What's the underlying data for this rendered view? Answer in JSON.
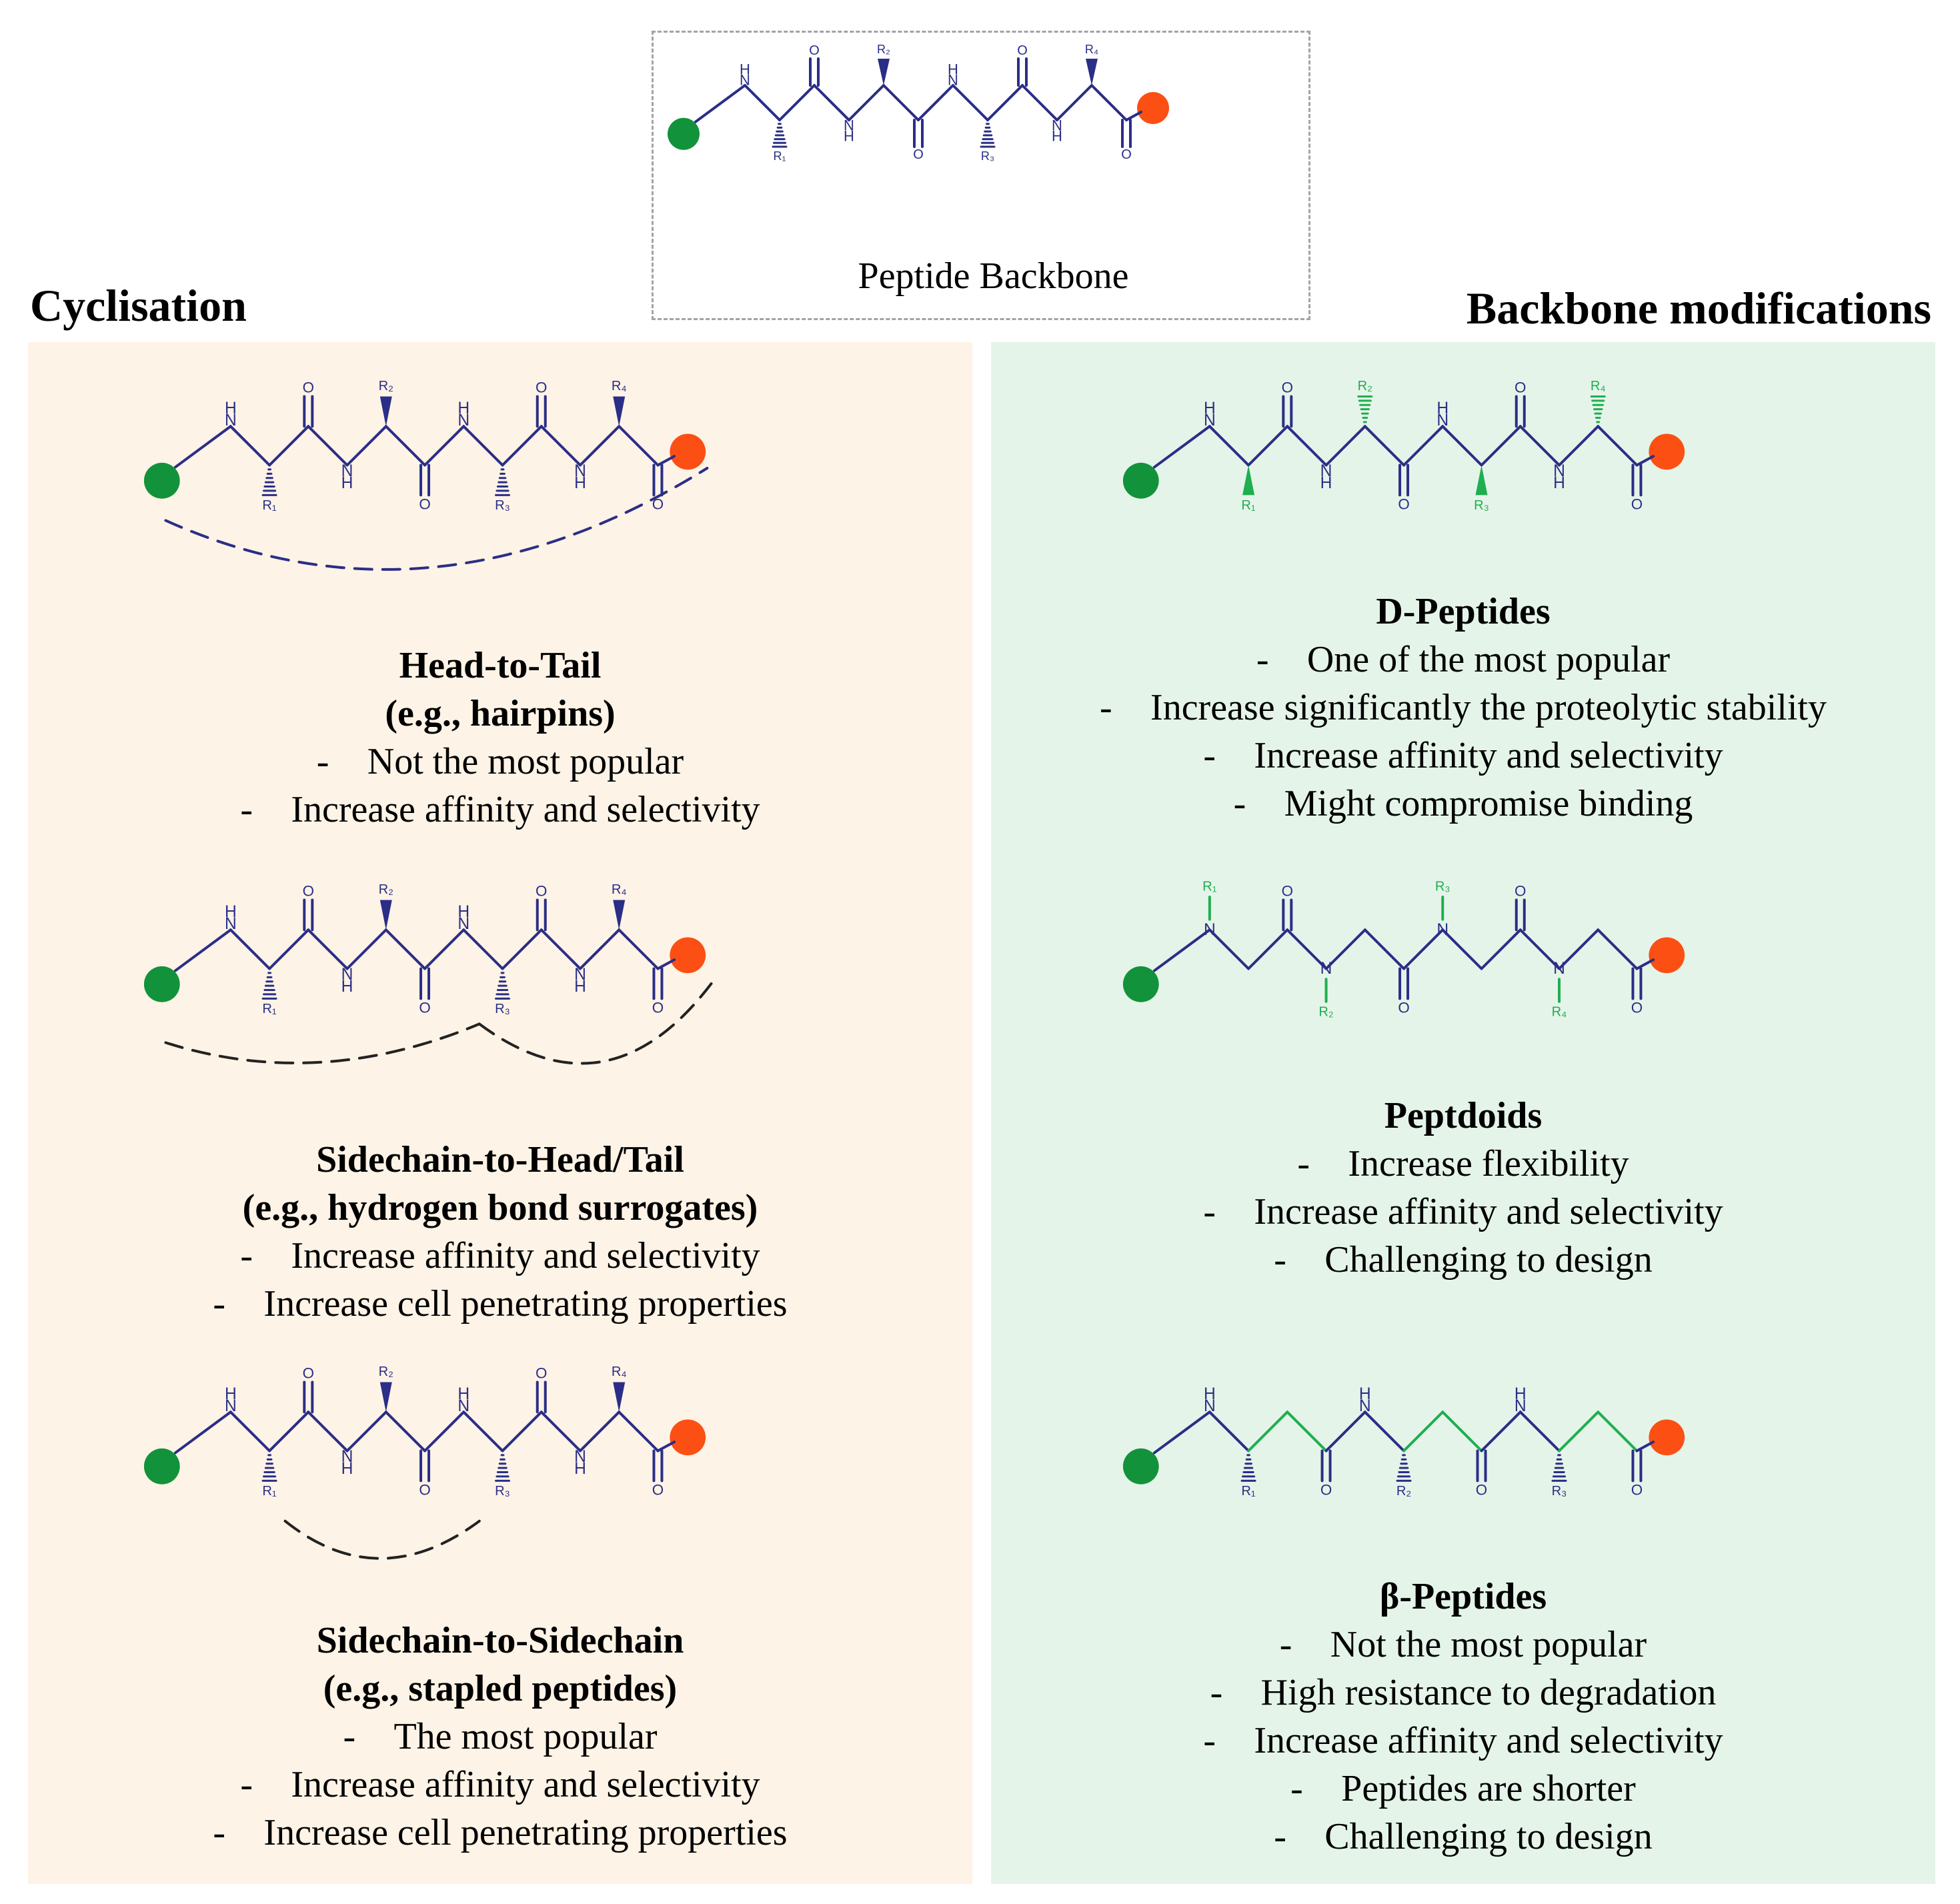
{
  "colors": {
    "backbone": "#2b2e86",
    "modification": "#1fae50",
    "n_terminus": "#12923b",
    "c_terminus": "#fb4f14",
    "link_blue": "#2b2e86",
    "link_black": "#222222",
    "cyclisation_panel": "#fdf3e6",
    "backbone_panel": "#e5f4e9"
  },
  "atoms": {
    "nh": "H",
    "n": "N",
    "o": "O"
  },
  "header": {
    "caption": "Peptide Backbone",
    "r_labels": [
      "R₁",
      "R₂",
      "R₃",
      "R₄"
    ]
  },
  "cyclisation": {
    "heading": "Cyclisation",
    "items": [
      {
        "title_lines": [
          "Head-to-Tail",
          "(e.g., hairpins)"
        ],
        "bullets": [
          "Not the most popular",
          "Increase affinity and selectivity"
        ],
        "r_labels": [
          "R₁",
          "R₂",
          "R₃",
          "R₄"
        ]
      },
      {
        "title_lines": [
          "Sidechain-to-Head/Tail",
          "(e.g., hydrogen bond surrogates)"
        ],
        "bullets": [
          "Increase affinity and selectivity",
          "Increase cell penetrating properties"
        ],
        "r_labels": [
          "R₁",
          "R₂",
          "R₃",
          "R₄"
        ]
      },
      {
        "title_lines": [
          "Sidechain-to-Sidechain",
          "(e.g., stapled peptides)"
        ],
        "bullets": [
          "The most popular",
          "Increase affinity and selectivity",
          "Increase cell penetrating properties"
        ],
        "r_labels": [
          "R₁",
          "R₂",
          "R₃",
          "R₄"
        ]
      }
    ]
  },
  "backbone_modifications": {
    "heading": "Backbone modifications",
    "items": [
      {
        "title_lines": [
          "D-Peptides"
        ],
        "bullets": [
          "One of the most popular",
          "Increase significantly the proteolytic stability",
          "Increase affinity and selectivity",
          "Might compromise binding"
        ],
        "r_labels": [
          "R₁",
          "R₂",
          "R₃",
          "R₄"
        ]
      },
      {
        "title_lines": [
          "Peptdoids"
        ],
        "bullets": [
          "Increase flexibility",
          "Increase affinity and selectivity",
          "Challenging to design"
        ],
        "r_labels": [
          "R₁",
          "R₂",
          "R₃",
          "R₄"
        ]
      },
      {
        "title_lines": [
          "β-Peptides"
        ],
        "bullets": [
          "Not the most popular",
          "High resistance to degradation",
          "Increase affinity and selectivity",
          "Peptides are shorter",
          "Challenging to design"
        ],
        "r_labels": [
          "R₁",
          "R₂",
          "R₃"
        ]
      }
    ]
  }
}
